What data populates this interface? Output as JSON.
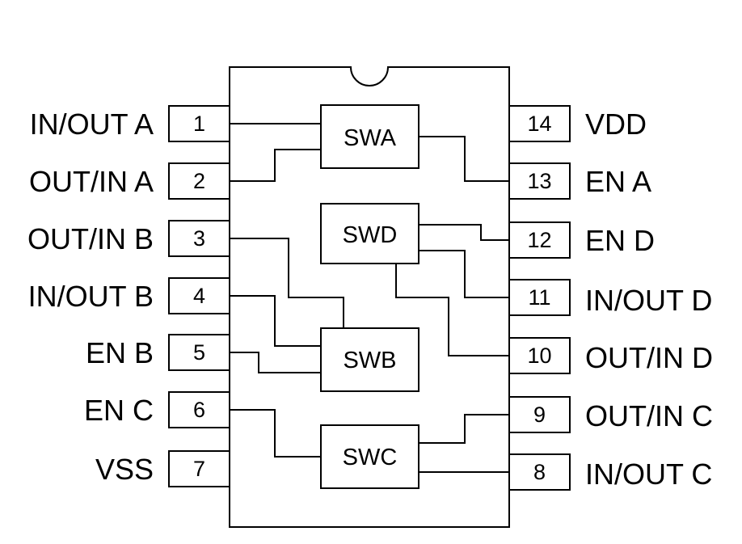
{
  "left_pins": [
    {
      "number": "1",
      "label": "IN/OUT A"
    },
    {
      "number": "2",
      "label": "OUT/IN A"
    },
    {
      "number": "3",
      "label": "OUT/IN B"
    },
    {
      "number": "4",
      "label": "IN/OUT B"
    },
    {
      "number": "5",
      "label": "EN B"
    },
    {
      "number": "6",
      "label": "EN C"
    },
    {
      "number": "7",
      "label": "VSS"
    }
  ],
  "right_pins": [
    {
      "number": "14",
      "label": "VDD"
    },
    {
      "number": "13",
      "label": "EN A"
    },
    {
      "number": "12",
      "label": "EN D"
    },
    {
      "number": "11",
      "label": "IN/OUT D"
    },
    {
      "number": "10",
      "label": "OUT/IN D"
    },
    {
      "number": "9",
      "label": "OUT/IN C"
    },
    {
      "number": "8",
      "label": "IN/OUT C"
    }
  ],
  "switches": {
    "swa": "SWA",
    "swd": "SWD",
    "swb": "SWB",
    "swc": "SWC"
  }
}
